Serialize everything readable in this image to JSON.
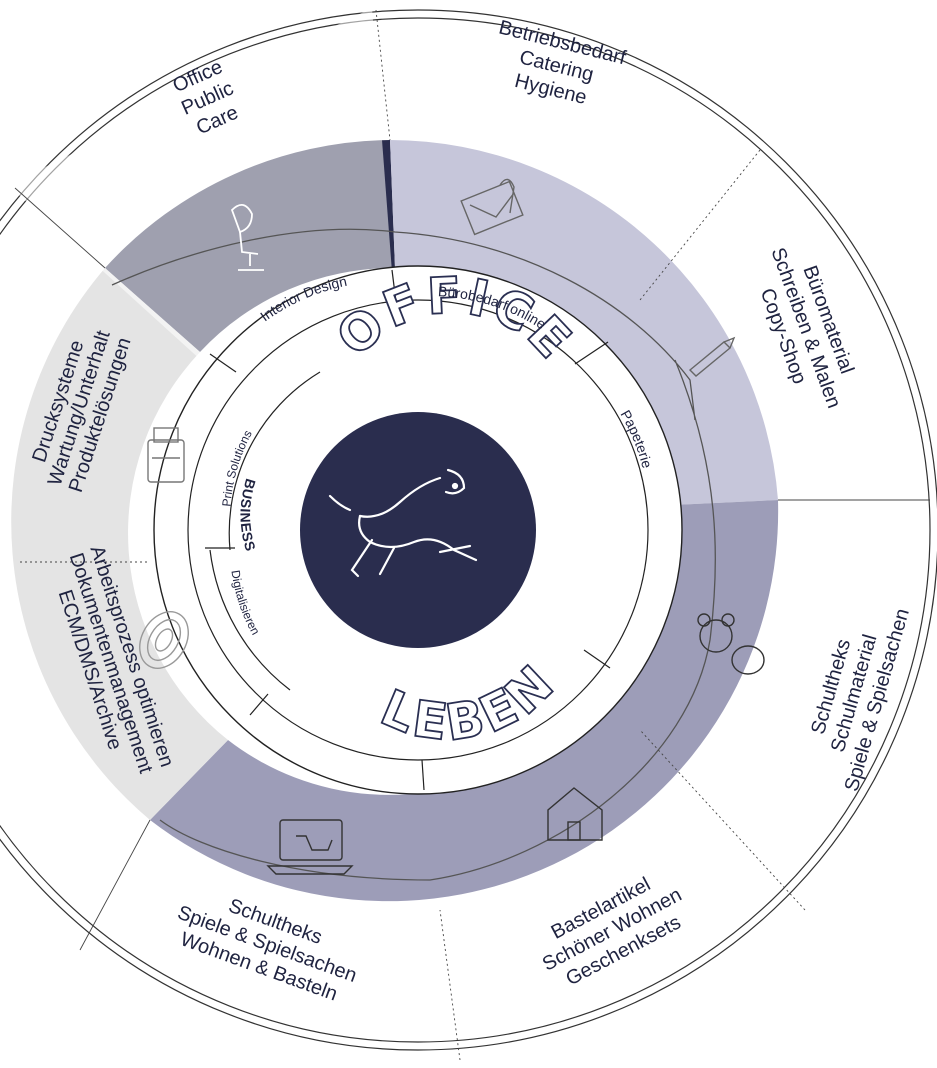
{
  "center": {
    "icon": "leaping-ram-icon"
  },
  "words": {
    "office": "OFFICE",
    "leben": "LEBEN",
    "business": "BUSINESS"
  },
  "inner_ring": {
    "interior_design": "Interior Design",
    "buerobedarf_online": "Bürobedarf online",
    "papeterie": "Papeterie",
    "print_solutions": "Print Solutions",
    "digitalisieren": "Digitalisieren"
  },
  "outer_labels": [
    {
      "key": "office-public-care",
      "lines": [
        "Office",
        "Public",
        "Care"
      ]
    },
    {
      "key": "betriebsbedarf",
      "lines": [
        "Betriebsbedarf",
        "Catering",
        "Hygiene"
      ]
    },
    {
      "key": "bueromaterial",
      "lines": [
        "Büromaterial",
        "Schreiben & Malen",
        "Copy-Shop"
      ]
    },
    {
      "key": "schultheks-schulmaterial",
      "lines": [
        "Schultheks",
        "Schulmaterial",
        "Spiele & Spielsachen"
      ]
    },
    {
      "key": "bastelartikel",
      "lines": [
        "Bastelartikel",
        "Schöner Wohnen",
        "Geschenksets"
      ]
    },
    {
      "key": "schultheks-wohnen",
      "lines": [
        "Schultheks",
        "Spiele & Spielsachen",
        "Wohnen & Basteln"
      ]
    },
    {
      "key": "arbeitsprozess",
      "lines": [
        "Arbeitsprozess optimieren",
        "Dokumentenmanagement",
        "ECM/DMS/Archive"
      ]
    },
    {
      "key": "drucksysteme",
      "lines": [
        "Drucksysteme",
        "Wartung/Unterhalt",
        "Produktelösungen"
      ]
    }
  ],
  "icons": [
    "office-chair-icon",
    "envelope-icon",
    "pencil-icon",
    "printer-icon",
    "fingerprint-icon",
    "teddy-bear-icon",
    "house-icon",
    "laptop-cart-icon"
  ],
  "colors": {
    "navy": "#2a2d4e",
    "lavender_light": "#c6c6da",
    "lavender_dark": "#9d9db8",
    "gray_light": "#e4e4e4",
    "line": "#555555"
  }
}
